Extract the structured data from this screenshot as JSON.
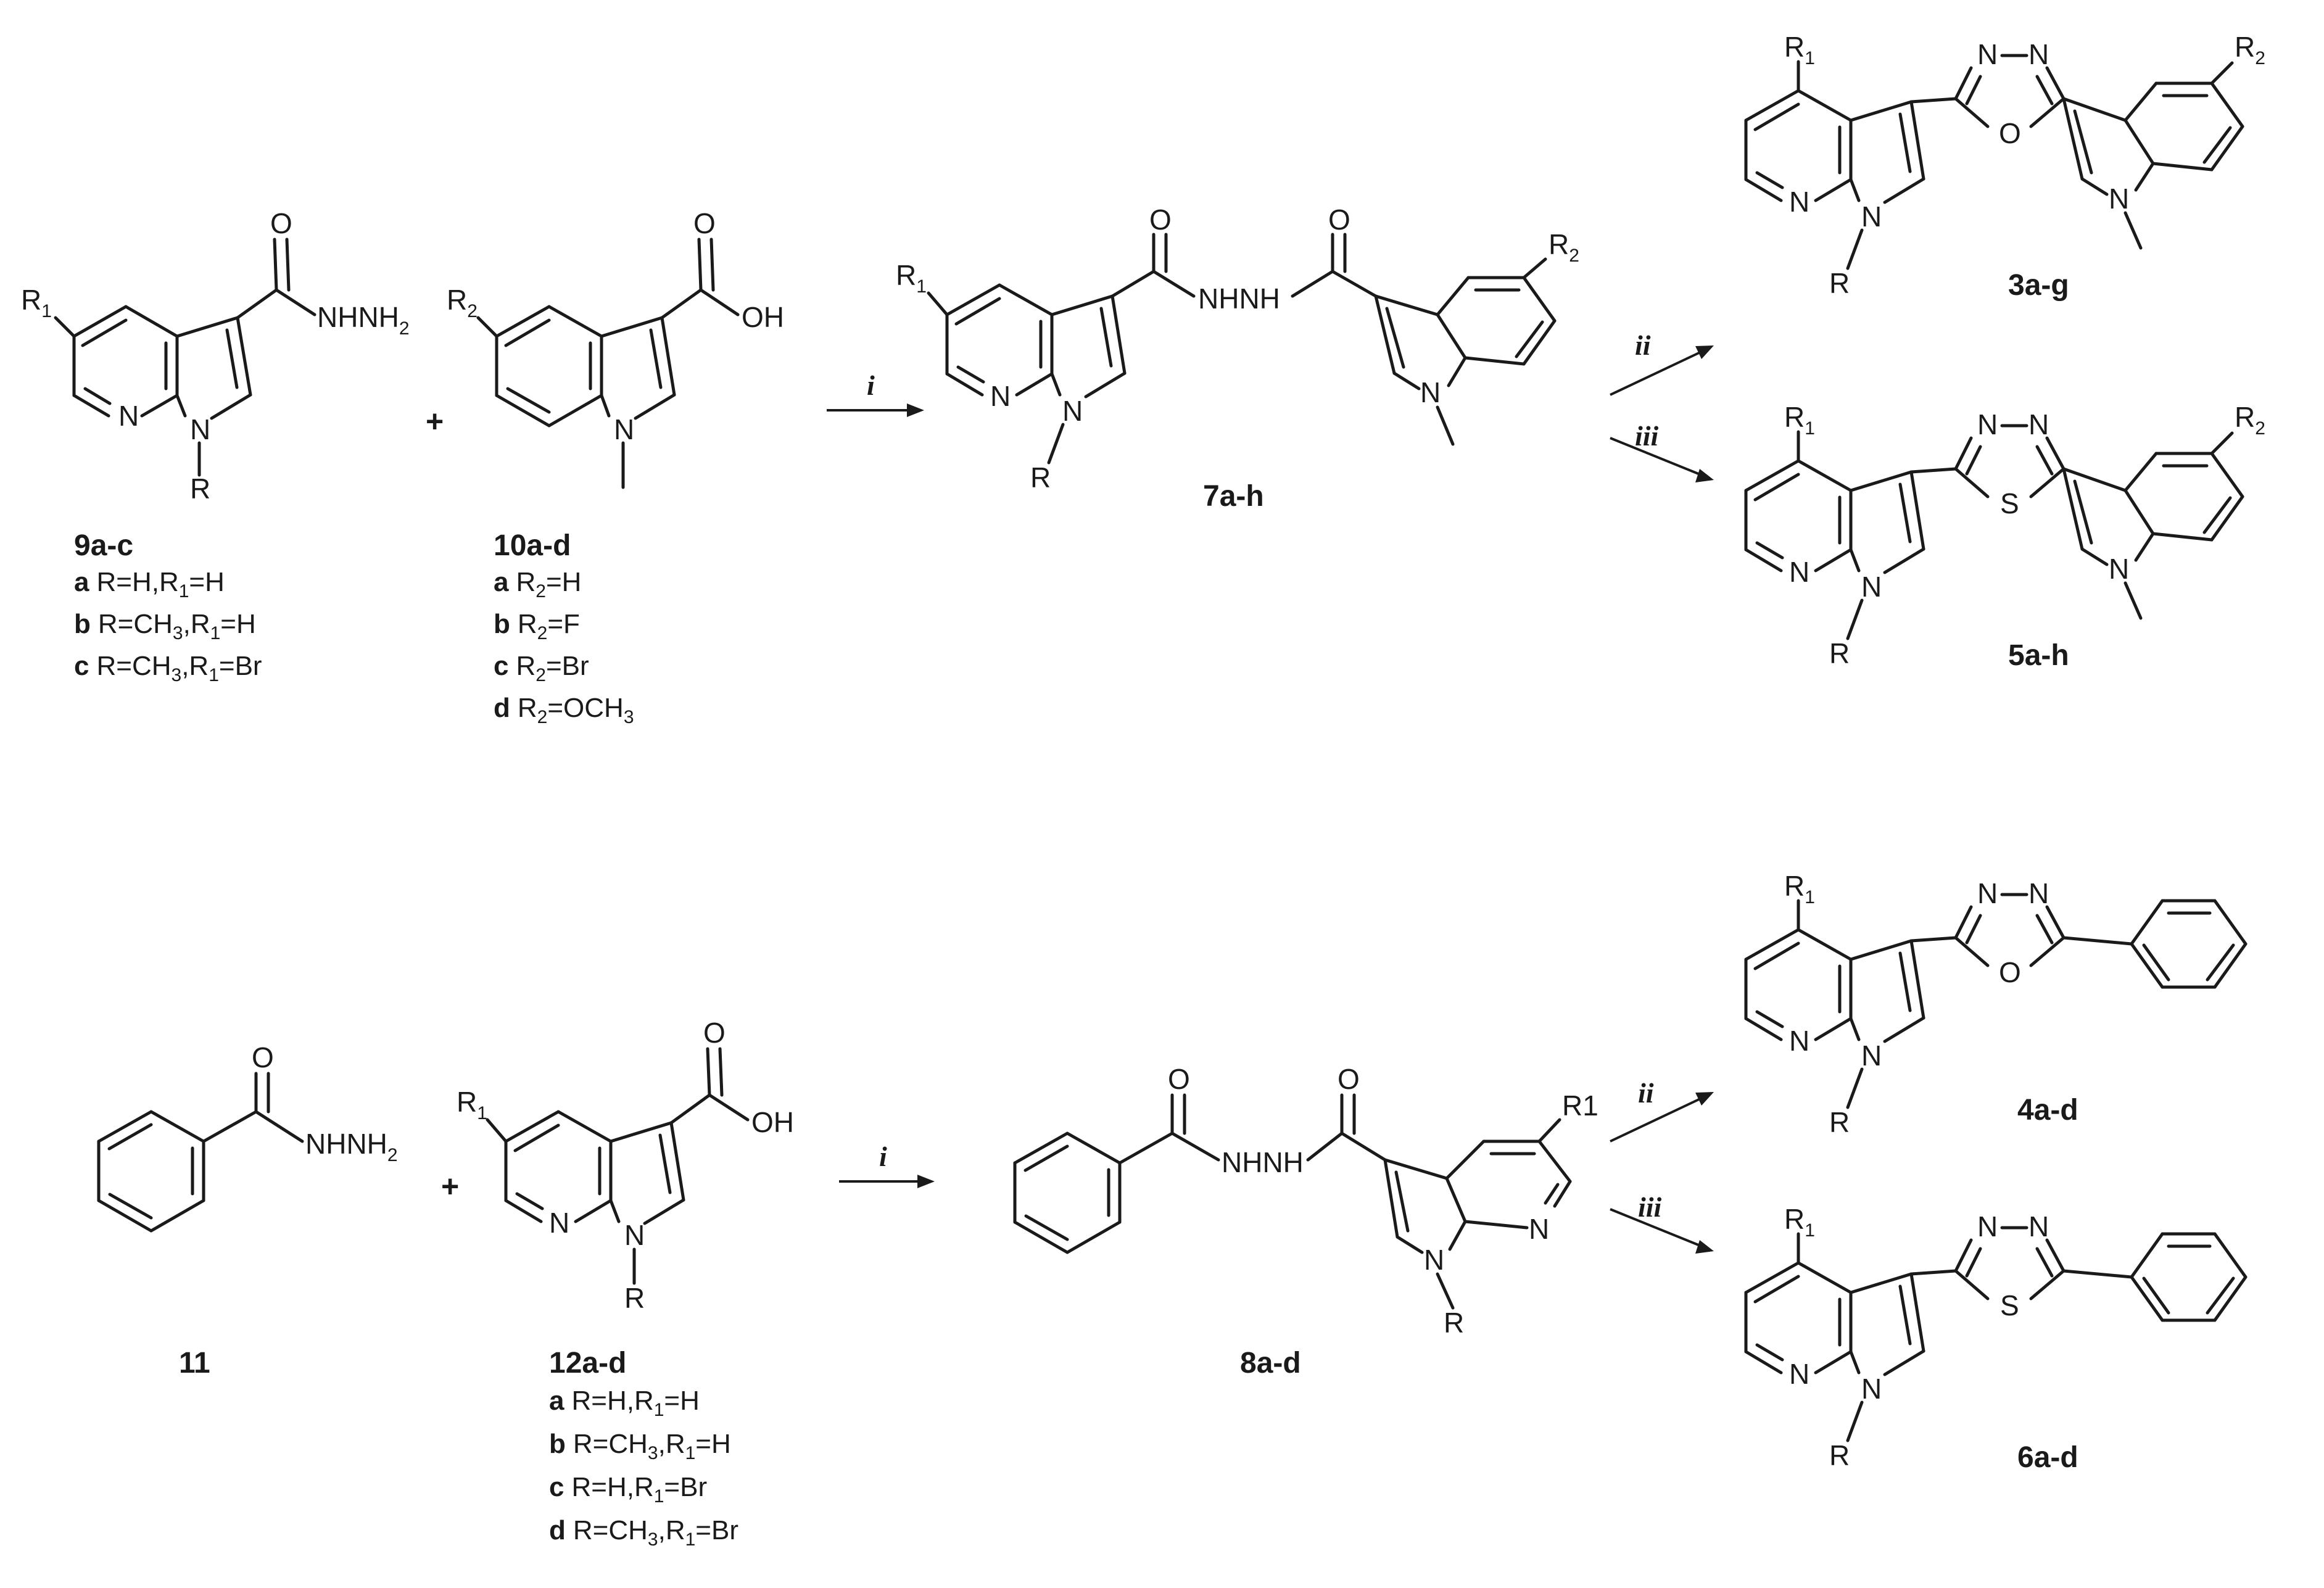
{
  "compounds": {
    "c9": {
      "id": "9a-c",
      "atoms": {
        "r1": "R",
        "r1s": "1",
        "n_py": "N",
        "n_pyr": "N",
        "r": "R",
        "o": "O",
        "nh": "NHNH",
        "nh_sub": "2"
      },
      "legend": [
        {
          "letter": "a",
          "parts": [
            "R=H,R",
            "1",
            "=H"
          ]
        },
        {
          "letter": "b",
          "parts": [
            "R=CH",
            "3",
            ",R",
            "1",
            "=H"
          ]
        },
        {
          "letter": "c",
          "parts": [
            "R=CH",
            "3",
            ",R",
            "1",
            "=Br"
          ]
        }
      ]
    },
    "c10": {
      "id": "10a-d",
      "atoms": {
        "r2": "R",
        "r2s": "2",
        "o": "O",
        "oh": "OH",
        "n": "N"
      },
      "legend": [
        {
          "letter": "a",
          "parts": [
            "R",
            "2",
            "=H"
          ]
        },
        {
          "letter": "b",
          "parts": [
            "R",
            "2",
            "=F"
          ]
        },
        {
          "letter": "c",
          "parts": [
            "R",
            "2",
            "=Br"
          ]
        },
        {
          "letter": "d",
          "parts": [
            "R",
            "2",
            "=OCH",
            "3"
          ]
        }
      ]
    },
    "c7": {
      "id": "7a-h",
      "atoms": {
        "r1": "R",
        "r1s": "1",
        "r2": "R",
        "r2s": "2",
        "n_py": "N",
        "n_pyr": "N",
        "r": "R",
        "o1": "O",
        "o2": "O",
        "nhnh": "NHNH",
        "n_ind": "N"
      }
    },
    "c3": {
      "id": "3a-g",
      "atoms": {
        "r1": "R",
        "r1s": "1",
        "r2": "R",
        "r2s": "2",
        "n_py": "N",
        "n_pyr": "N",
        "r": "R",
        "n1": "N",
        "n2": "N",
        "het": "O",
        "n_ind": "N"
      }
    },
    "c5": {
      "id": "5a-h",
      "atoms": {
        "r1": "R",
        "r1s": "1",
        "r2": "R",
        "r2s": "2",
        "n_py": "N",
        "n_pyr": "N",
        "r": "R",
        "n1": "N",
        "n2": "N",
        "het": "S",
        "n_ind": "N"
      }
    },
    "c11": {
      "id": "11",
      "atoms": {
        "o": "O",
        "nh": "NHNH",
        "nh_sub": "2"
      }
    },
    "c12": {
      "id": "12a-d",
      "atoms": {
        "r1": "R",
        "r1s": "1",
        "o": "O",
        "oh": "OH",
        "n_py": "N",
        "n_pyr": "N",
        "r": "R"
      },
      "legend": [
        {
          "letter": "a",
          "parts": [
            "R=H,R",
            "1",
            "=H"
          ]
        },
        {
          "letter": "b",
          "parts": [
            "R=CH",
            "3",
            ",R",
            "1",
            "=H"
          ]
        },
        {
          "letter": "c",
          "parts": [
            "R=H,R",
            "1",
            "=Br"
          ]
        },
        {
          "letter": "d",
          "parts": [
            "R=CH",
            "3",
            ",R",
            "1",
            "=Br"
          ]
        }
      ]
    },
    "c8": {
      "id": "8a-d",
      "atoms": {
        "o1": "O",
        "o2": "O",
        "nhnh": "NHNH",
        "r1": "R1",
        "n_py": "N",
        "n_pyr": "N",
        "r": "R"
      }
    },
    "c4": {
      "id": "4a-d",
      "atoms": {
        "r1": "R",
        "r1s": "1",
        "n_py": "N",
        "n_pyr": "N",
        "r": "R",
        "n1": "N",
        "n2": "N",
        "het": "O"
      }
    },
    "c6": {
      "id": "6a-d",
      "atoms": {
        "r1": "R",
        "r1s": "1",
        "n_py": "N",
        "n_pyr": "N",
        "r": "R",
        "n1": "N",
        "n2": "N",
        "het": "S"
      }
    }
  },
  "reagents": {
    "top_i": "i",
    "top_ii": "ii",
    "top_iii": "iii",
    "bot_i": "i",
    "bot_ii": "ii",
    "bot_iii": "iii"
  },
  "plus": [
    "+",
    "+"
  ]
}
